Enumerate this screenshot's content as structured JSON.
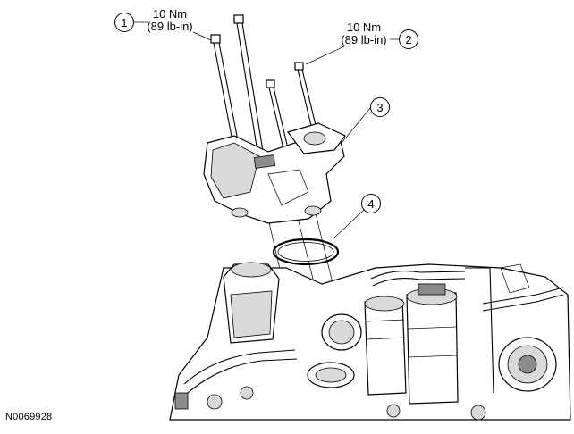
{
  "callouts": {
    "c1": {
      "number": "1",
      "torque": "10 Nm",
      "torque_alt": "(89 lb-in)"
    },
    "c2": {
      "number": "2",
      "torque": "10 Nm",
      "torque_alt": "(89 lb-in)"
    },
    "c3": {
      "number": "3"
    },
    "c4": {
      "number": "4"
    }
  },
  "figure_id": "N0069928"
}
